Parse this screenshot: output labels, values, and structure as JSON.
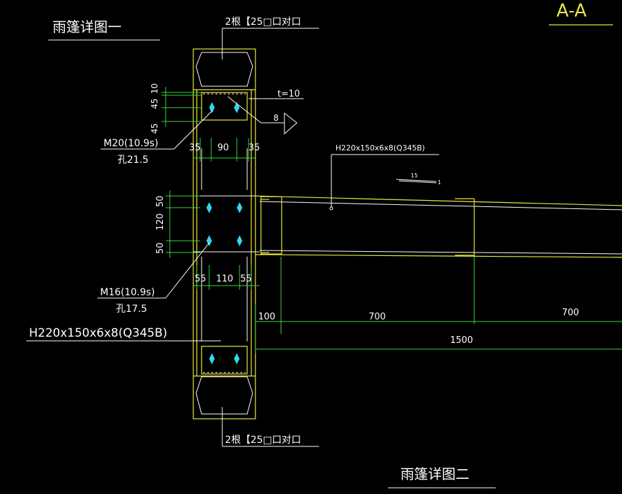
{
  "colors": {
    "background": "#000000",
    "steel": "#f0ea3c",
    "annotation": "#ffffff",
    "dimension": "#38d838",
    "bolt": "#30d8f0"
  },
  "titles": {
    "detail_one": "雨篷详图一",
    "section": "A-A",
    "detail_two": "雨篷详图二"
  },
  "labels": {
    "top_channel": "2根【25□口对口",
    "bottom_channel": "2根【25□口对口",
    "plate_thickness": "t=10",
    "weld_size": "8",
    "bolt_top": "M20(10.9s)",
    "hole_top": "孔21.5",
    "bolt_mid": "M16(10.9s)",
    "hole_mid": "孔17.5",
    "beam_main": "H220x150x6x8(Q345B)",
    "beam_left": "H220x150x6x8(Q345B)",
    "slope_num": "15",
    "slope_den": "1"
  },
  "dimensions": {
    "top_v1": "10",
    "top_v2": "45",
    "top_v3": "45",
    "top_h1": "35",
    "top_h2": "90",
    "top_h3": "35",
    "mid_v1": "50",
    "mid_v2": "120",
    "mid_v3": "50",
    "mid_h1": "55",
    "mid_h2": "110",
    "mid_h3": "55",
    "beam_d1": "100",
    "beam_d2": "700",
    "beam_d3": "700",
    "beam_total": "1500"
  }
}
